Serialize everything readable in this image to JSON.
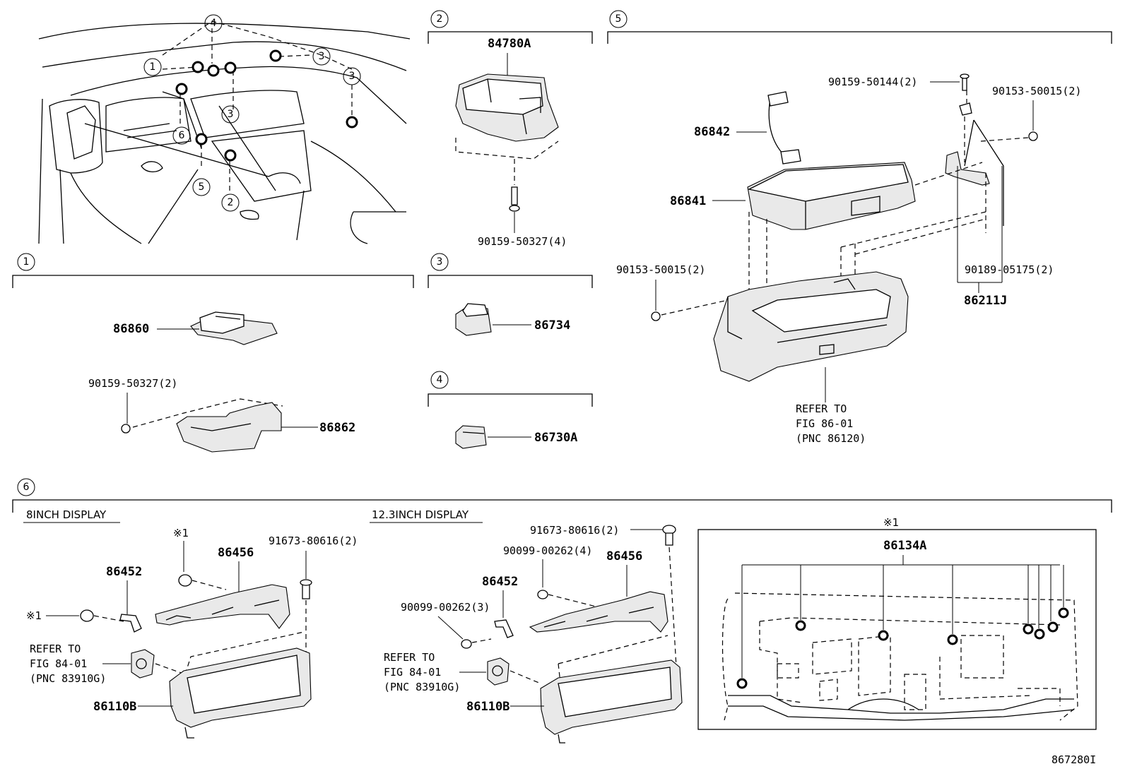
{
  "callouts": [
    "1",
    "2",
    "3",
    "4",
    "5",
    "6"
  ],
  "overview": {
    "labels": [
      "1",
      "2",
      "3",
      "3",
      "3",
      "4",
      "5",
      "6"
    ]
  },
  "section1": {
    "num": "1",
    "parts": {
      "p86860": "86860",
      "p90159_2": "90159-50327(2)",
      "p86862": "86862"
    }
  },
  "section2": {
    "num": "2",
    "parts": {
      "p84780A": "84780A",
      "p90159_4": "90159-50327(4)"
    }
  },
  "section3": {
    "num": "3",
    "parts": {
      "p86734": "86734"
    }
  },
  "section4": {
    "num": "4",
    "parts": {
      "p86730A": "86730A"
    }
  },
  "section5": {
    "num": "5",
    "parts": {
      "p90159_50144": "90159-50144(2)",
      "p90153_right": "90153-50015(2)",
      "p86842": "86842",
      "p86841": "86841",
      "p90153_left": "90153-50015(2)",
      "p90189": "90189-05175(2)",
      "p86211J": "86211J",
      "refer1": "REFER TO",
      "refer2": "FIG 86-01",
      "refer3": "(PNC 86120)"
    }
  },
  "section6": {
    "num": "6",
    "left": {
      "heading": "8INCH DISPLAY",
      "note": "※1",
      "note2": "※1",
      "p86456": "86456",
      "p91673": "91673-80616(2)",
      "p86452": "86452",
      "refer1": "REFER TO",
      "refer2": "FIG 84-01",
      "refer3": "(PNC 83910G)",
      "p86110B": "86110B"
    },
    "right": {
      "heading": "12.3INCH DISPLAY",
      "p91673": "91673-80616(2)",
      "p90099_4": "90099-00262(4)",
      "p86456": "86456",
      "p86452": "86452",
      "p90099_3": "90099-00262(3)",
      "refer1": "REFER TO",
      "refer2": "FIG 84-01",
      "refer3": "(PNC 83910G)",
      "p86110B": "86110B"
    },
    "detail": {
      "note": "※1",
      "p86134A": "86134A"
    }
  },
  "figure_id": "867280I"
}
